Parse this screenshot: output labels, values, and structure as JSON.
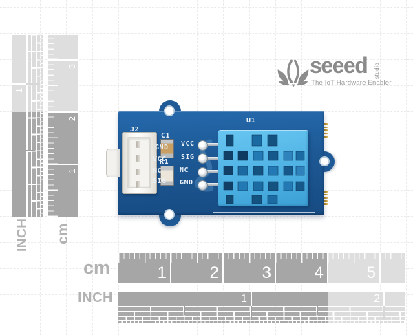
{
  "logo": {
    "brand": "seeed",
    "studio": "studio",
    "tagline": "The IoT Hardware Enabler"
  },
  "pcb": {
    "ref_connector": "J2",
    "ref_capacitor": "C1",
    "ref_resistor": "R1",
    "ref_sensor": "U1",
    "connector_pins": [
      "GND",
      "VCC",
      "NC",
      "SIG"
    ],
    "sensor_pins": [
      "VCC",
      "SIG",
      "NC",
      "GND"
    ]
  },
  "rulers": {
    "cm_label": "cm",
    "inch_label": "INCH",
    "bottom_cm_numbers": [
      1,
      2,
      3,
      4,
      5
    ],
    "bottom_inch_numbers": [
      1,
      2
    ],
    "left_cm_numbers": [
      1,
      2,
      3
    ],
    "left_inch_numbers": [
      1
    ]
  },
  "colors": {
    "pcb_blue": "#1d5894",
    "sensor_blue": "#4fb2e4",
    "ruler_dark": "#a6a6a6",
    "ruler_light": "#dedede",
    "logo_gray": "#8a8a8a",
    "castellation_gold": "#d7b04a"
  }
}
